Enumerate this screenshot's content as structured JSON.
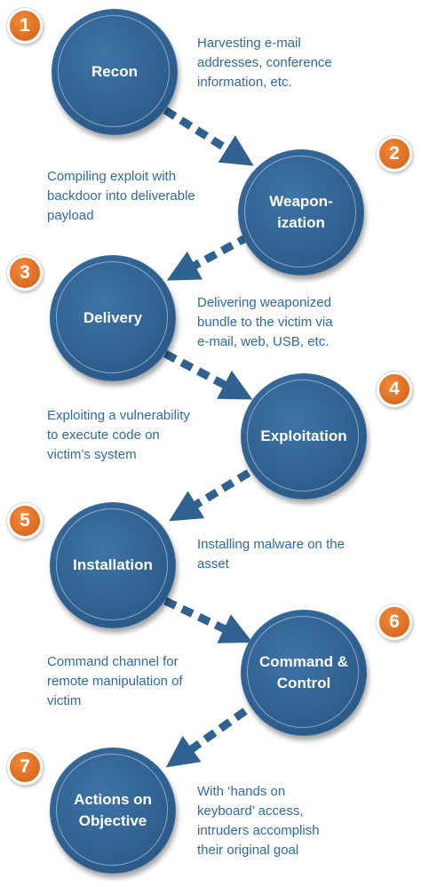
{
  "colors": {
    "circle": "#2f6191",
    "badge": "#e06f22",
    "description_text": "#2e6aa8",
    "arrow": "#2f6191"
  },
  "steps": [
    {
      "number": "1",
      "name": "Recon",
      "description": "Harvesting e-mail\naddresses, conference\ninformation, etc."
    },
    {
      "number": "2",
      "name": "Weapon-\nization",
      "description": "Compiling exploit with\nbackdoor into deliverable\npayload"
    },
    {
      "number": "3",
      "name": "Delivery",
      "description": "Delivering weaponized\nbundle to the victim via\ne-mail, web, USB, etc."
    },
    {
      "number": "4",
      "name": "Exploitation",
      "description": "Exploiting a vulnerability\nto execute code on\nvictim’s system"
    },
    {
      "number": "5",
      "name": "Installation",
      "description": "Installing malware on the\nasset"
    },
    {
      "number": "6",
      "name": "Command &\nControl",
      "description": "Command channel for\nremote manipulation of\nvictim"
    },
    {
      "number": "7",
      "name": "Actions on\nObjective",
      "description": "With ‘hands on\nkeyboard’ access,\nintruders accomplish\ntheir original goal"
    }
  ]
}
